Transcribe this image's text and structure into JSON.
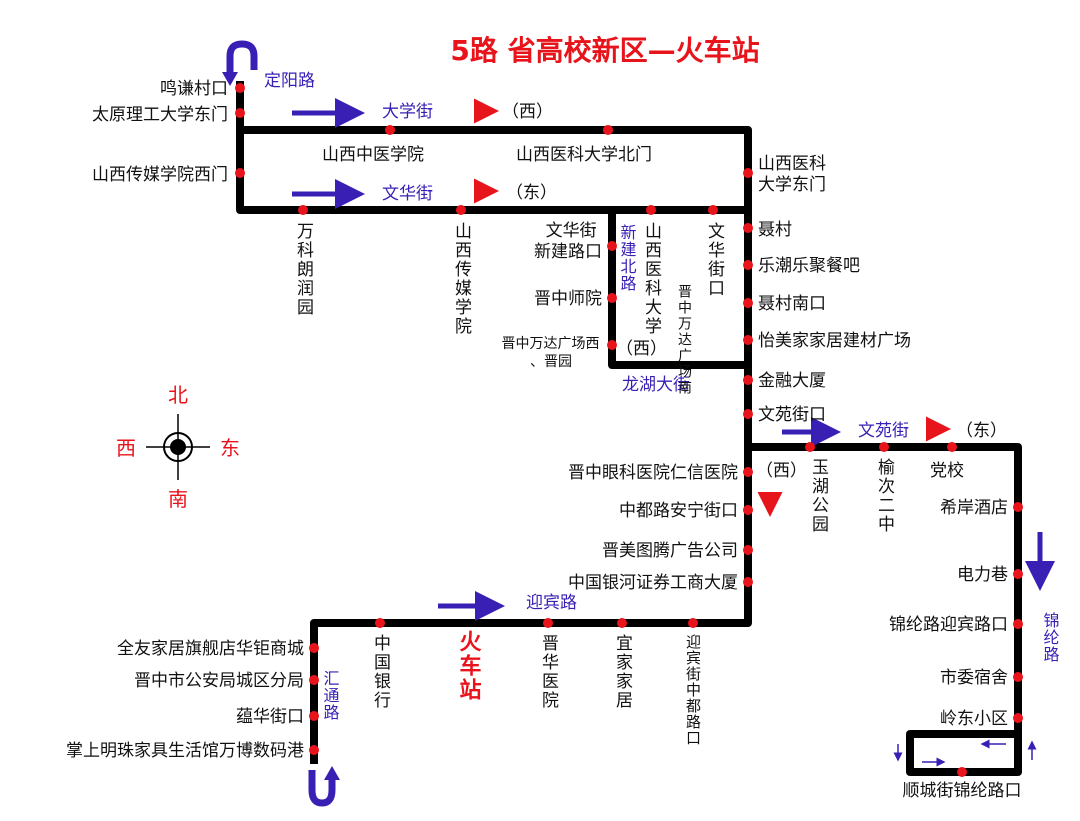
{
  "title": "5路  省高校新区—火车站",
  "roads": {
    "dingyang": "定阳路",
    "daxue": "大学街",
    "wenhua": "文华街",
    "xinjianbei": "新建北路",
    "longhu": "龙湖大街",
    "wenyuan": "文苑街",
    "jinlun": "锦纶路",
    "yingbin": "迎宾路",
    "huirun": "汇通路"
  },
  "direction_labels": {
    "daxue": "（西）",
    "wenhua": "（东）",
    "xinjian": "（西）",
    "wenyuan": "（东）",
    "jinzhong": "（西）"
  },
  "compass": {
    "north": "北",
    "south": "南",
    "west": "西",
    "east": "东"
  },
  "stops": {
    "mingqian": "鸣谦村口",
    "taili": "太原理工大学东门",
    "chuanmei_west": "山西传媒学院西门",
    "zhongyi": "山西中医学院",
    "yike_north": "山西医科大学北门",
    "yike_east": "山西医科大学东门",
    "wanke": "万科朗润园",
    "chuanmei": "山西传媒学院",
    "wenhua_xinjian": "文华街新建路口",
    "yike_xinjian": "山西医科大学",
    "wenhua_kou": "文华街口",
    "jinzhong_normal": "晋中师院",
    "wanda_south": "晋中万达广场南",
    "wanda_west": "晋中万达广场西、晋园",
    "niecun": "聂村",
    "lechao": "乐潮乐聚餐吧",
    "niecun_south": "聂村南口",
    "yimei": "怡美家家居建材广场",
    "jinrong": "金融大厦",
    "wenyuan_kou": "文苑街口",
    "yuhu": "玉湖公园",
    "yuci_2": "榆次二中",
    "dangxiao": "党校",
    "xian_hotel": "希岸酒店",
    "eye_hospital": "晋中眼科医院仁信医院",
    "zhongdu_anning": "中都路安宁街口",
    "jinmei": "晋美图腾广告公司",
    "yinhe": "中国银河证券工商大厦",
    "dianli": "电力巷",
    "jinlun_yingbin": "锦纶路迎宾路口",
    "shiwei": "市委宿舍",
    "lingdong": "岭东小区",
    "shuncheng": "顺城街锦纶路口",
    "quanyou": "全友家居旗舰店华钜商城",
    "police": "晋中市公安局城区分局",
    "yunhua": "蕴华街口",
    "zhangshang": "掌上明珠家具生活馆万博数码港",
    "bank_china": "中国银行",
    "train_station": "火车站",
    "jinhua_hospital": "晋华医院",
    "yijia": "宜家家居",
    "yingbin_zhongdu": "迎宾街中都路口"
  },
  "colors": {
    "route": "#000000",
    "stop": "#e8141b",
    "road": "#3a1fb5",
    "arrow_red": "#e8141b",
    "arrow_blue": "#3a1fb5"
  }
}
